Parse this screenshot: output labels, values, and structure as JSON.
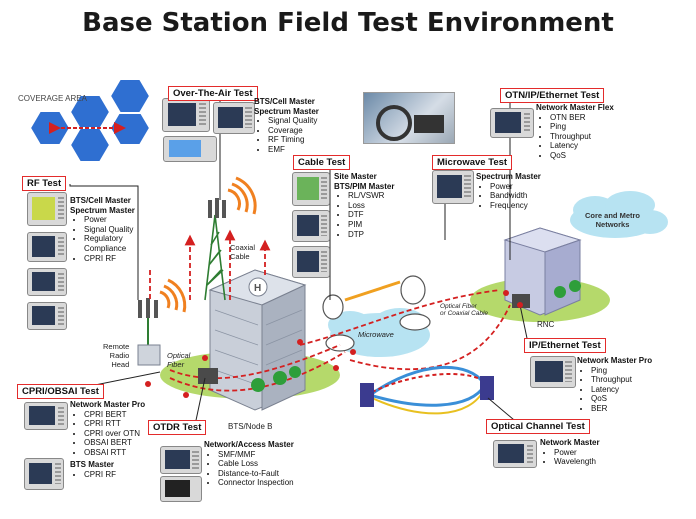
{
  "title": "Base Station Field Test Environment",
  "tests": {
    "ota": "Over-The-Air Test",
    "rf": "RF Test",
    "cable": "Cable Test",
    "microwave": "Microwave Test",
    "otn": "OTN/IP/Ethernet Test",
    "cpri": "CPRI/OBSAI Test",
    "otdr": "OTDR Test",
    "ip": "IP/Ethernet Test",
    "optical": "Optical Channel Test"
  },
  "blocks": {
    "ota": {
      "head": [
        "BTS/Cell Master",
        "Spectrum Master"
      ],
      "items": [
        "Signal Quality",
        "Coverage",
        "RF Timing",
        "EMF"
      ]
    },
    "rf": {
      "head": [
        "BTS/Cell Master",
        "Spectrum Master"
      ],
      "items": [
        "Power",
        "Signal Quality",
        "Regulatory Compliance",
        "CPRI RF"
      ]
    },
    "cable": {
      "head": [
        "Site Master",
        "BTS/PIM Master"
      ],
      "items": [
        "RL/VSWR",
        "Loss",
        "DTF",
        "PIM",
        "DTP"
      ]
    },
    "microwave": {
      "head": [
        "Spectrum Master"
      ],
      "items": [
        "Power",
        "Bandwidth",
        "Frequency"
      ]
    },
    "otn": {
      "head": [
        "Network Master Flex"
      ],
      "items": [
        "OTN BER",
        "Ping",
        "Throughput",
        "Latency",
        "QoS"
      ]
    },
    "cpri": {
      "head": [
        "Network Master Pro"
      ],
      "items": [
        "CPRI BERT",
        "CPRI RTT",
        "CPRI over OTN",
        "OBSAI BERT",
        "OBSAI RTT"
      ]
    },
    "bts": {
      "head": [
        "BTS Master"
      ],
      "items": [
        "CPRI RF"
      ]
    },
    "otdr": {
      "head": [
        "Network/Access Master"
      ],
      "items": [
        "SMF/MMF",
        "Cable Loss",
        "Distance-to-Fault",
        "Connector Inspection"
      ]
    },
    "ip": {
      "head": [
        "Network Master Pro"
      ],
      "items": [
        "Ping",
        "Throughput",
        "Latency",
        "QoS",
        "BER"
      ]
    },
    "optical": {
      "head": [
        "Network Master"
      ],
      "items": [
        "Power",
        "Wavelength"
      ]
    }
  },
  "labels": {
    "coverage": "COVERAGE AREA",
    "core": [
      "Core and Metro",
      "Networks"
    ],
    "coaxial": [
      "Coaxial",
      "Cable"
    ],
    "rrh": [
      "Remote",
      "Radio",
      "Head"
    ],
    "fiber": [
      "Optical",
      "Fiber"
    ],
    "bts": "BTS/Node B",
    "microwave": "Microwave",
    "fibercoax": [
      "Optical Fiber",
      "or Coaxial Cable"
    ],
    "rnc": "RNC"
  },
  "colors": {
    "accent": "#e32b2b",
    "link": "#d42020",
    "cloud": "#b7e3f2",
    "ground": "#b5d96b",
    "building": "#bcc3cf",
    "cell": "#2f6fd1"
  }
}
